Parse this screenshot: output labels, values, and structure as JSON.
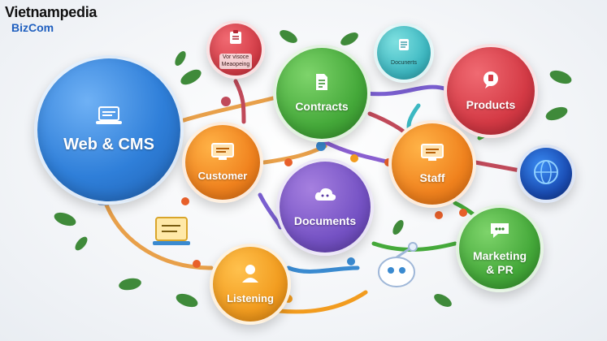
{
  "brand": {
    "line1": "Vietnampedia",
    "line2": "BizCom"
  },
  "nodes": {
    "web": {
      "label": "Web & CMS",
      "icon": "laptop-icon"
    },
    "customer": {
      "label": "Customer",
      "icon": "monitor-icon"
    },
    "contracts": {
      "label": "Contracts",
      "icon": "document-icon"
    },
    "documents": {
      "label": "Documents",
      "icon": "cloud-icon"
    },
    "staff": {
      "label": "Staff",
      "icon": "monitor-icon"
    },
    "products": {
      "label": "Products",
      "icon": "chat-icon"
    },
    "marketing": {
      "label": "Marketing\n& PR",
      "icon": "speech-bubble-icon"
    },
    "listening": {
      "label": "Listening",
      "icon": "person-icon"
    },
    "small_red": {
      "label": "Vor visoce\nMeaopeing",
      "icon": "clipboard-icon"
    },
    "small_teal": {
      "label": "Docunerts",
      "icon": "document-icon"
    },
    "globe": {
      "icon": "globe-icon"
    }
  },
  "colors": {
    "blue": "#2f7fd9",
    "orange": "#f0821e",
    "green": "#45a93a",
    "purple": "#7552c4",
    "red": "#d43a45",
    "teal": "#3cb8c2",
    "leaf": "#3f8a3a"
  }
}
